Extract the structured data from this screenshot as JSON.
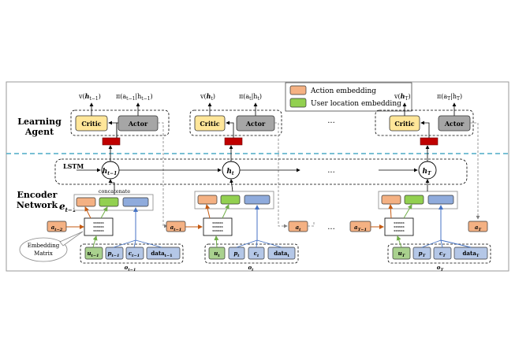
{
  "sections": {
    "agent": "Learning Agent",
    "encoder": "Encoder Network"
  },
  "legend": {
    "action": "Action embedding",
    "user_location": "User location embedding"
  },
  "colors": {
    "action_embedding": "#f4b183",
    "location_embedding": "#92d050",
    "blue_embedding": "#8fabdc",
    "critic": "#ffe699",
    "actor": "#a6a6a6",
    "connector": "#c00000",
    "orange_arrow": "#c55a11",
    "blue_arrow": "#4472c4",
    "green_arrow": "#70ad47",
    "divider": "#4bacc6"
  },
  "agent": {
    "critic": "Critic",
    "actor": "Actor",
    "value_labels": [
      "v(h_{t-1})",
      "v(h_t)",
      "v(h_T)"
    ],
    "policy_labels": [
      "π(a_{t-1}|h_{t-1})",
      "π(a_t|h_t)",
      "π(a_T|h_T)"
    ]
  },
  "encoder": {
    "lstm": "LSTM",
    "hidden": [
      "h_{t-1}",
      "h_t",
      "h_T"
    ],
    "embedding_label": "e_{t-1}",
    "concatenate": "concatenate",
    "embedding_matrix": "Embedding Matrix",
    "matrix_text": "xxxxxx",
    "input_actions": [
      "a_{t-2}",
      "a_{t-1}",
      "a_{T-1}"
    ],
    "output_actions": [
      "a_t",
      "a_T"
    ],
    "obs_labels": [
      "o_{t-1}",
      "o_t",
      "o_T"
    ],
    "obs_items": [
      [
        "u_{t-1}",
        "p_{t-1}",
        "c_{t-1}",
        "data_{t-1}"
      ],
      [
        "u_t",
        "p_t",
        "c_t",
        "data_t"
      ],
      [
        "u_T",
        "p_T",
        "c_T",
        "data_T"
      ]
    ]
  },
  "ellipsis": "..."
}
